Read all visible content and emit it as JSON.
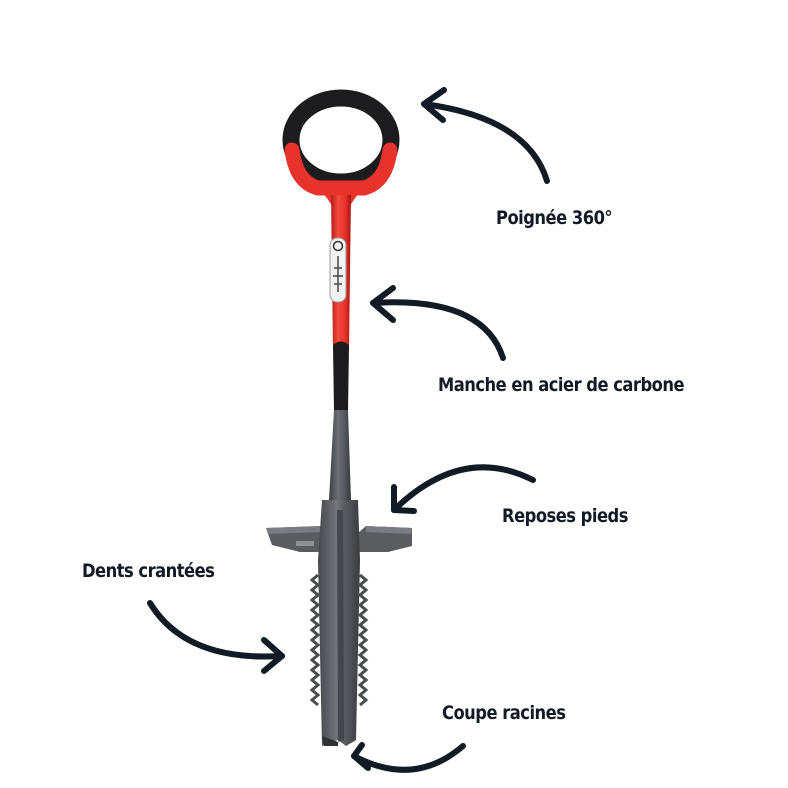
{
  "annotations": {
    "grip": "Poignée 360°",
    "shaft": "Manche en acier de carbone",
    "footrest": "Reposes pieds",
    "teeth": "Dents crantées",
    "root_cutter": "Coupe racines"
  },
  "colors": {
    "handle_red": "#e8322c",
    "grip_black": "#1c1c1e",
    "blade_gray": "#5e6064",
    "arrow_navy": "#121a26"
  }
}
